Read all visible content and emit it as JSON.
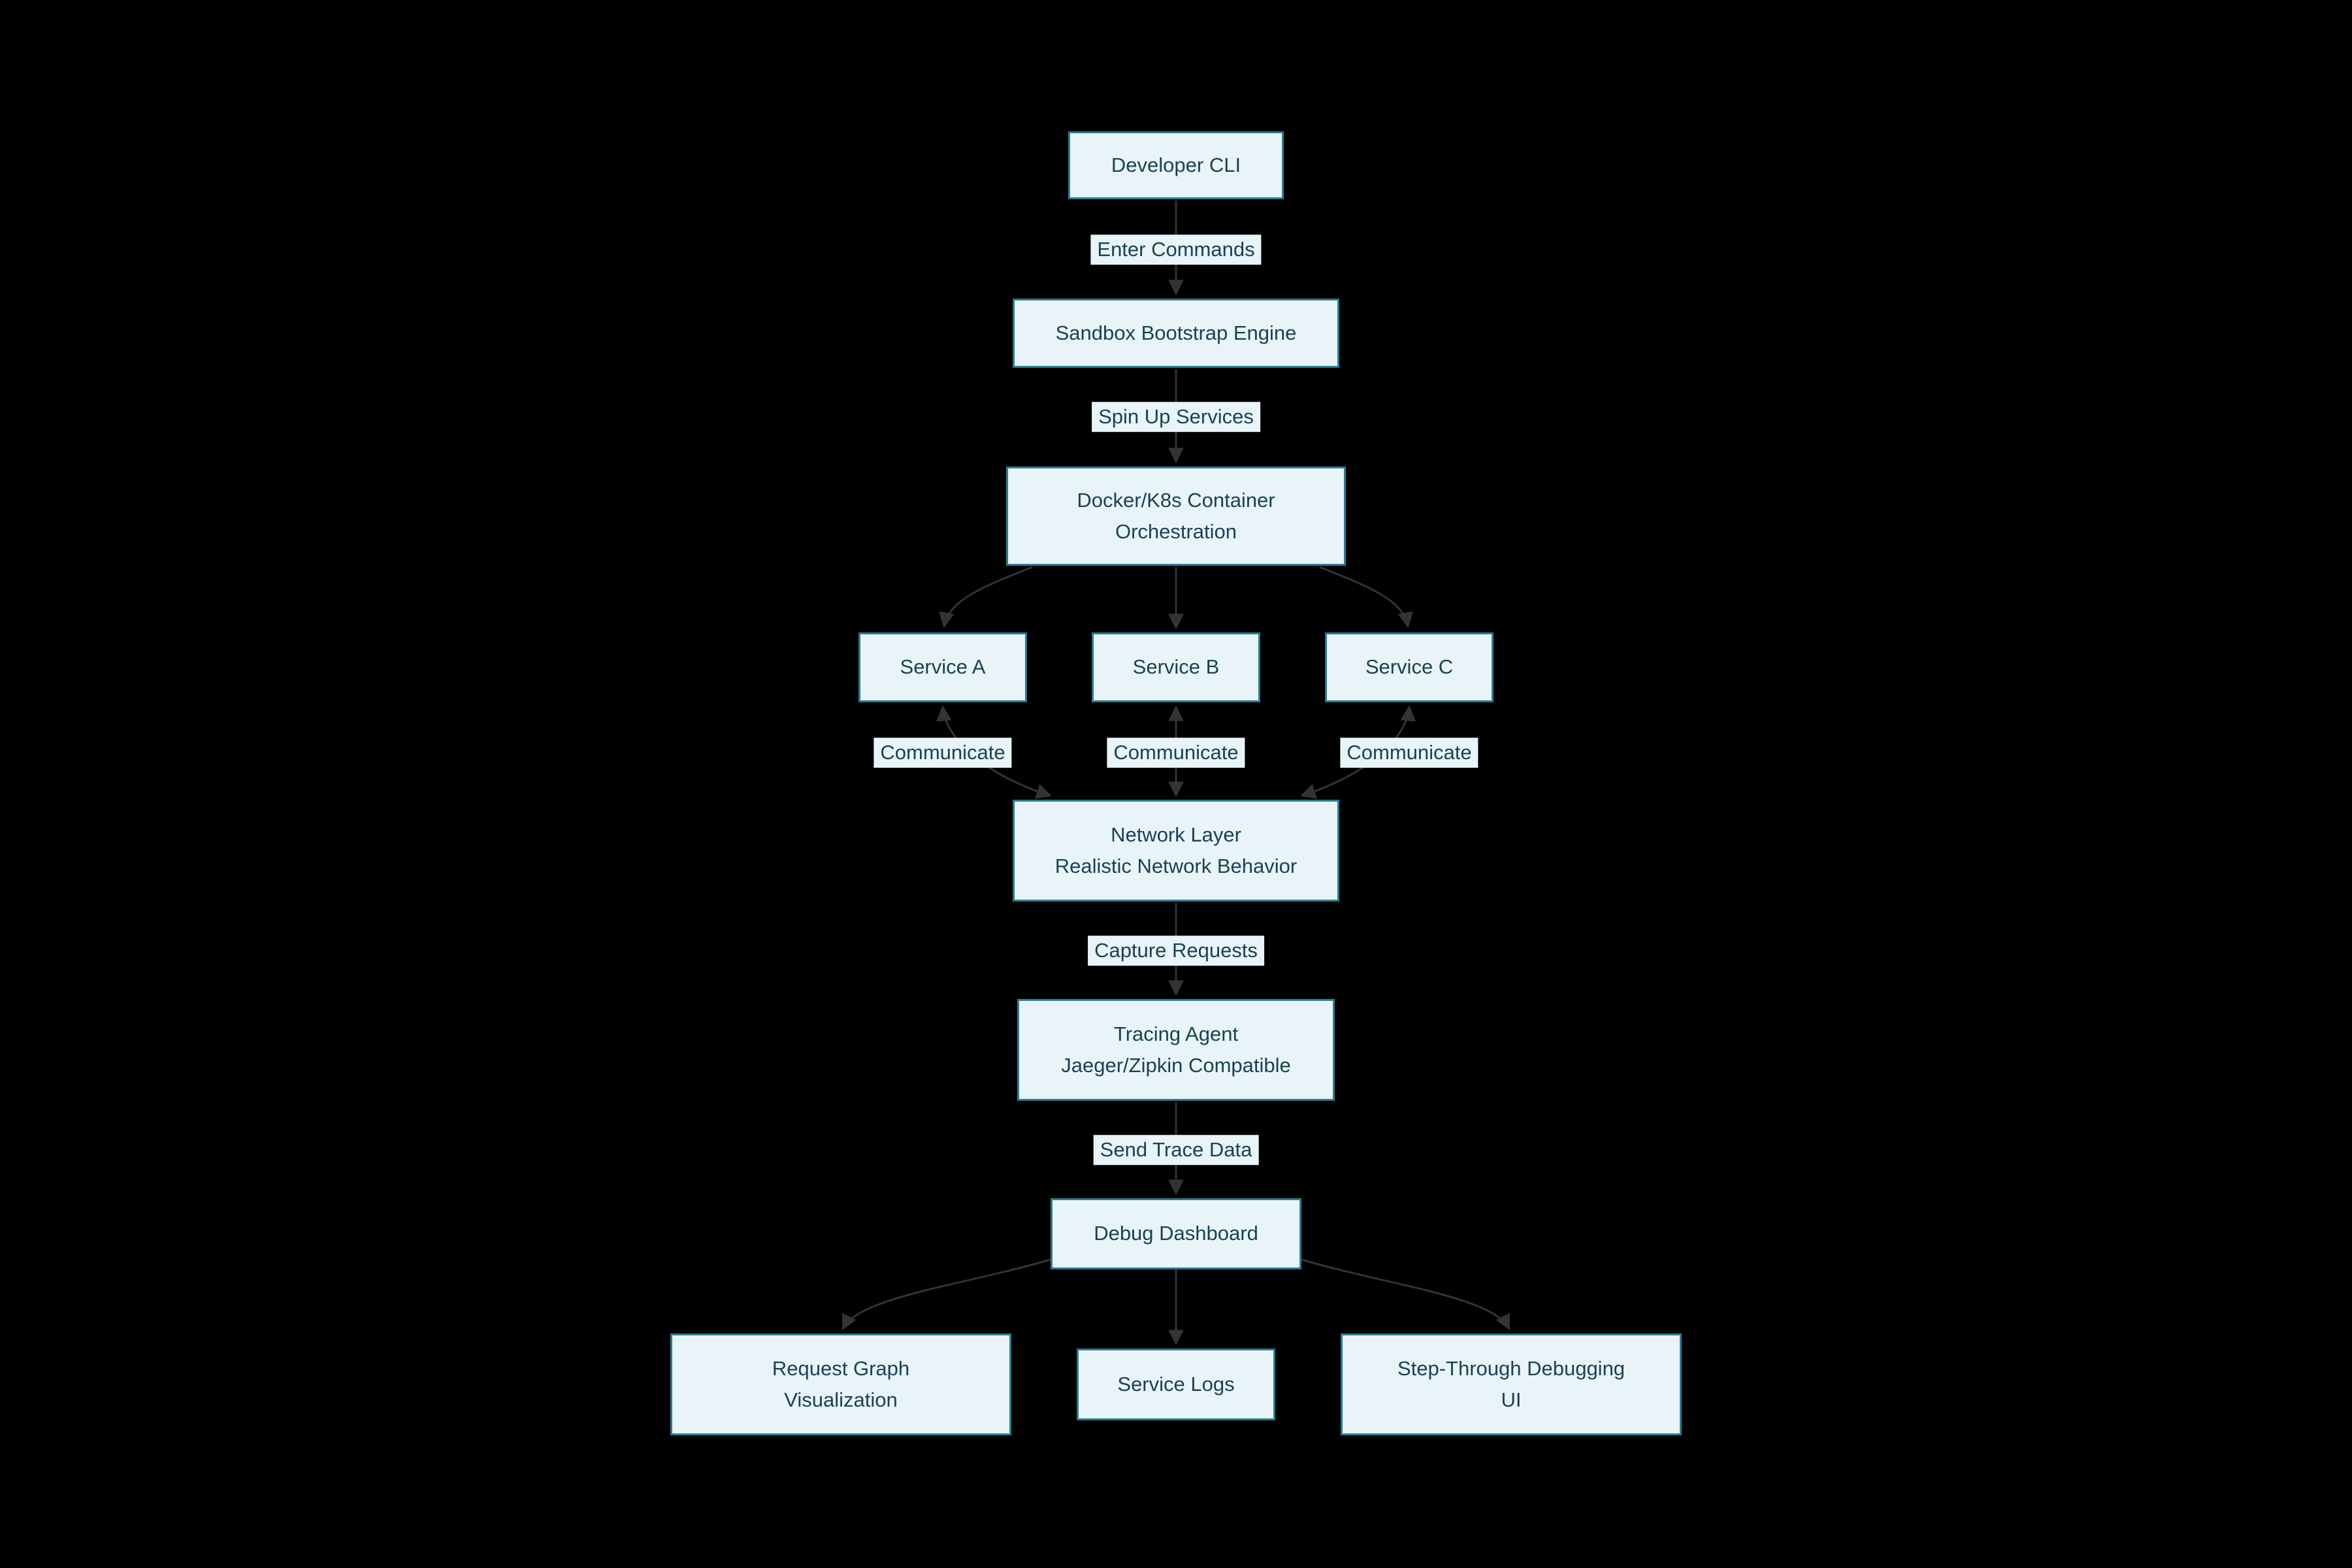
{
  "diagram": {
    "type": "flowchart",
    "direction": "top-down",
    "colors": {
      "background": "#000000",
      "node-fill": "#e8f4f8",
      "node-border": "#2b7c8f",
      "node-text": "#1a4250",
      "edge-color": "#333333",
      "label-bg": "#e8f4f8"
    },
    "nodes": {
      "developer_cli": {
        "label": "Developer CLI"
      },
      "sandbox": {
        "label": "Sandbox Bootstrap Engine"
      },
      "docker": {
        "label": "Docker/K8s Container\nOrchestration"
      },
      "service_a": {
        "label": "Service A"
      },
      "service_b": {
        "label": "Service B"
      },
      "service_c": {
        "label": "Service C"
      },
      "network": {
        "label": "Network Layer\nRealistic Network Behavior"
      },
      "tracing": {
        "label": "Tracing Agent\nJaeger/Zipkin Compatible"
      },
      "dashboard": {
        "label": "Debug Dashboard"
      },
      "request_graph": {
        "label": "Request Graph\nVisualization"
      },
      "service_logs": {
        "label": "Service Logs"
      },
      "step_debugging": {
        "label": "Step-Through Debugging\nUI"
      }
    },
    "edges": [
      {
        "from": "Developer CLI",
        "to": "Sandbox Bootstrap Engine",
        "label": "Enter Commands",
        "bidirectional": false
      },
      {
        "from": "Sandbox Bootstrap Engine",
        "to": "Docker/K8s Container Orchestration",
        "label": "Spin Up Services",
        "bidirectional": false
      },
      {
        "from": "Docker/K8s Container Orchestration",
        "to": "Service A",
        "label": "",
        "bidirectional": false
      },
      {
        "from": "Docker/K8s Container Orchestration",
        "to": "Service B",
        "label": "",
        "bidirectional": false
      },
      {
        "from": "Docker/K8s Container Orchestration",
        "to": "Service C",
        "label": "",
        "bidirectional": false
      },
      {
        "from": "Service A",
        "to": "Network Layer",
        "label": "Communicate",
        "bidirectional": true
      },
      {
        "from": "Service B",
        "to": "Network Layer",
        "label": "Communicate",
        "bidirectional": true
      },
      {
        "from": "Service C",
        "to": "Network Layer",
        "label": "Communicate",
        "bidirectional": true
      },
      {
        "from": "Network Layer",
        "to": "Tracing Agent",
        "label": "Capture Requests",
        "bidirectional": false
      },
      {
        "from": "Tracing Agent",
        "to": "Debug Dashboard",
        "label": "Send Trace Data",
        "bidirectional": false
      },
      {
        "from": "Debug Dashboard",
        "to": "Request Graph Visualization",
        "label": "",
        "bidirectional": false
      },
      {
        "from": "Debug Dashboard",
        "to": "Service Logs",
        "label": "",
        "bidirectional": false
      },
      {
        "from": "Debug Dashboard",
        "to": "Step-Through Debugging UI",
        "label": "",
        "bidirectional": false
      }
    ]
  }
}
